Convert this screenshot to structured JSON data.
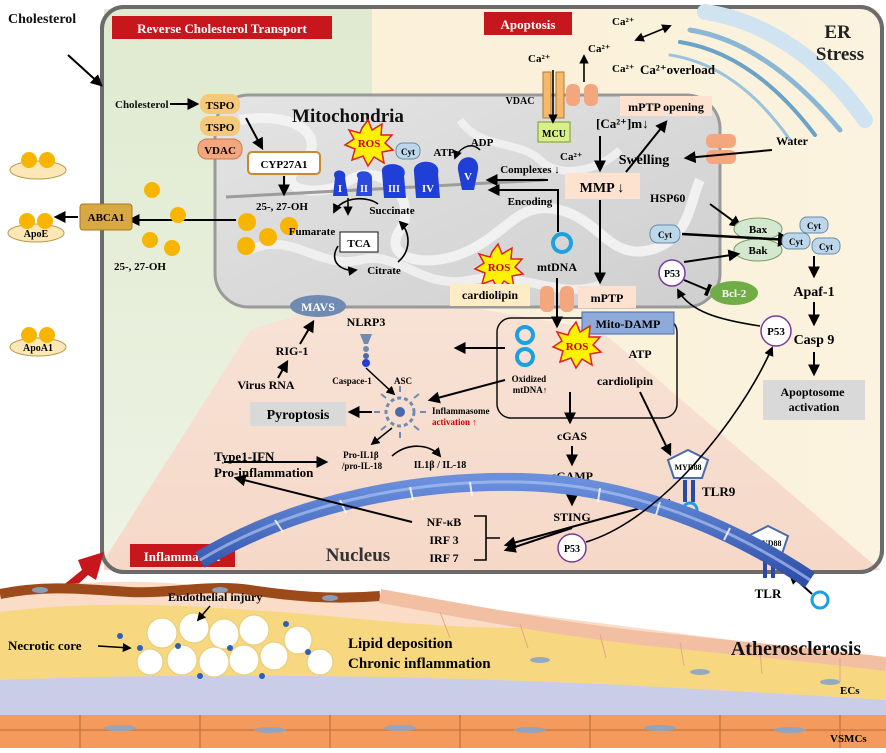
{
  "sections": {
    "rct": "Reverse Cholesterol Transport",
    "apoptosis": "Apoptosis",
    "inflammation": "Inflammation",
    "er_stress": "ER\nStress"
  },
  "titles": {
    "mitochondria": "Mitochondria",
    "nucleus": "Nucleus",
    "atherosclerosis": "Atherosclerosis"
  },
  "rct": {
    "cholesterol_out": "Cholesterol",
    "cholesterol_in": "Cholesterol",
    "tspo1": "TSPO",
    "tspo2": "TSPO",
    "vdac": "VDAC",
    "cyp27a1": "CYP27A1",
    "oh_inner": "25-, 27-OH",
    "oh_outer": "25-, 27-OH",
    "abca1": "ABCA1",
    "apoe": "ApoE",
    "apoa1": "ApoA1"
  },
  "mito": {
    "ros1": "ROS",
    "complex_I": "I",
    "complex_II": "II",
    "complex_III": "III",
    "complex_IV": "IV",
    "complex_V": "V",
    "cyt": "Cyt",
    "atp": "ATP",
    "adp": "ADP",
    "complexes_down": "Complexes ↓",
    "encoding": "Encoding",
    "fumarate": "Fumarate",
    "succinate": "Succinate",
    "tca": "TCA",
    "citrate": "Citrate",
    "ros2": "ROS",
    "mtdna": "mtDNA",
    "cardiolipin": "cardiolipin",
    "mptp": "mPTP",
    "mmp": "MMP ↓",
    "mptp_opening": "mPTP opening",
    "swelling": "Swelling",
    "water": "Water"
  },
  "calcium": {
    "vdac": "VDAC",
    "mcu": "MCU",
    "ca_labels": [
      "Ca²⁺",
      "Ca²⁺",
      "Ca²⁺",
      "Ca²⁺",
      "Ca²⁺"
    ],
    "ca_m": "[Ca²⁺]m↓",
    "overload": "Ca²⁺overload"
  },
  "apoptosis": {
    "hsp60": "HSP60",
    "bax": "Bax",
    "bak": "Bak",
    "cyt_labels": [
      "Cyt",
      "Cyt",
      "Cyt",
      "Cyt"
    ],
    "p53_a": "P53",
    "p53_b": "P53",
    "bcl2": "Bcl-2",
    "apaf1": "Apaf-1",
    "casp9": "Casp 9",
    "apoptosome": "Apoptosome\nactivation"
  },
  "damp": {
    "mito_damp": "Mito-DAMP",
    "ros": "ROS",
    "atp": "ATP",
    "oxidized": "Oxidized\nmtDNA↑",
    "cardiolipin": "cardiolipin"
  },
  "inflammation": {
    "mavs": "MAVS",
    "rig1": "RIG-1",
    "virus_rna": "Virus RNA",
    "nlrp3": "NLRP3",
    "caspase1": "Caspace-1",
    "asc": "ASC",
    "pyroptosis": "Pyroptosis",
    "inflammasome": "Inflammasome\nactivation ↑",
    "pro_il": "Pro-IL1β\n/pro-IL-18",
    "il": "IL1β / IL-18",
    "type1": "Type1-IFN\nPro-inflammation",
    "cgas": "cGAS",
    "cgamp": "cGAMP",
    "sting": "STING",
    "myd88_a": "MYD88",
    "tlr9": "TLR9",
    "myd88_b": "MYD88",
    "tlr": "TLR",
    "nfkb": "NF-κB",
    "irf3": "IRF 3",
    "irf7": "IRF 7",
    "p53_nuc": "P53"
  },
  "vessel": {
    "endothelial": "Endothelial injury",
    "necrotic": "Necrotic core",
    "lipid": "Lipid deposition\nChronic inflammation",
    "ecs": "ECs",
    "vsmcs": "VSMCs"
  },
  "colors": {
    "section_red": "#c8161d",
    "mito_fill": "#d9d9d9",
    "mmp_fill": "#fde3cf",
    "tspo_fill": "#f6c97a",
    "yellow": "#f7b500",
    "blue_complex": "#1f3fd6",
    "cyt_fill": "#bcd7ea",
    "green_bcl2": "#70ad47",
    "damp_blue": "#8eaadb",
    "mavs_fill": "#6f8bb3",
    "gray_box": "#d9d9d9"
  }
}
